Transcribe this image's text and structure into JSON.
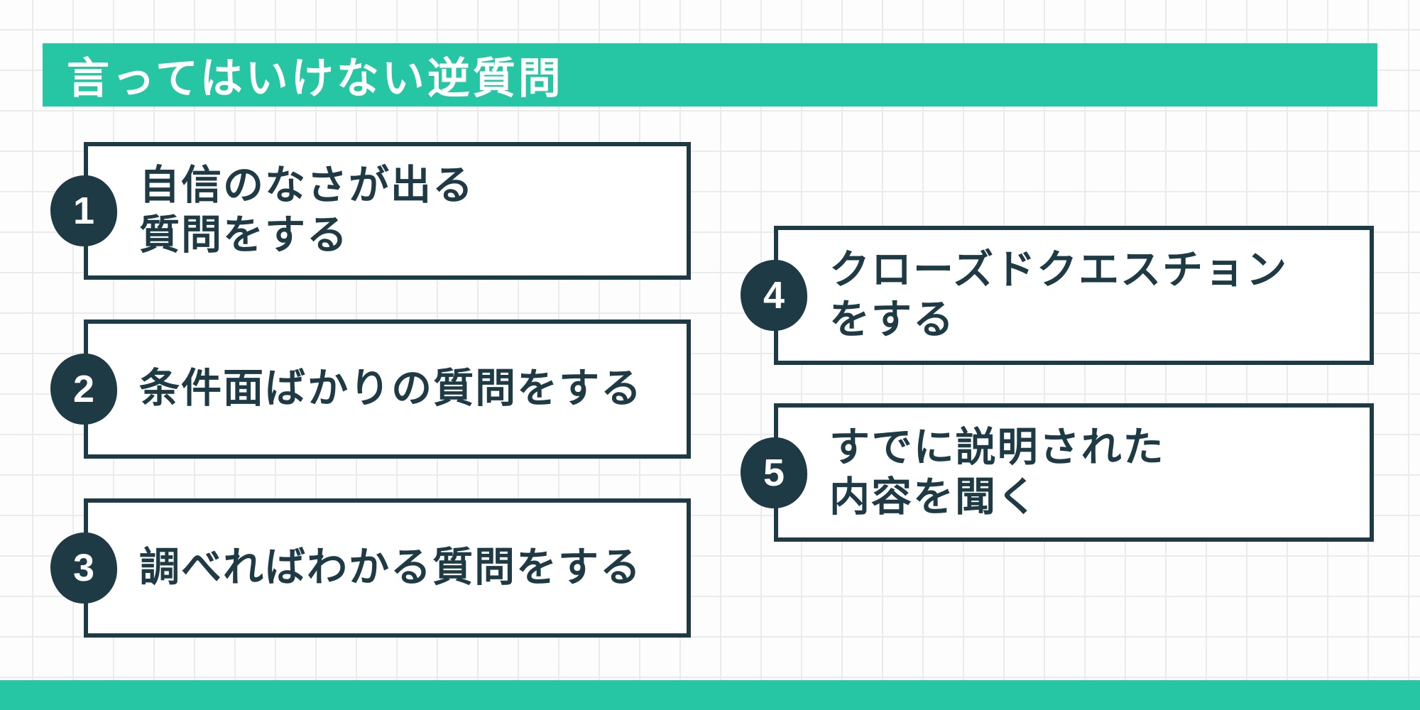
{
  "colors": {
    "teal": "#26C6A4",
    "navy": "#1E3A45",
    "grid_line": "#EAECEC",
    "paper": "#FDFDFD"
  },
  "header": {
    "title": "言ってはいけない逆質問"
  },
  "items": [
    {
      "number": "1",
      "lines": [
        "自信のなさが出る",
        "質問をする"
      ]
    },
    {
      "number": "2",
      "lines": [
        "条件面ばかりの質問をする"
      ]
    },
    {
      "number": "3",
      "lines": [
        "調べればわかる質問をする"
      ]
    },
    {
      "number": "4",
      "lines": [
        "クローズドクエスチョン",
        "をする"
      ]
    },
    {
      "number": "5",
      "lines": [
        "すでに説明された",
        "内容を聞く"
      ]
    }
  ]
}
